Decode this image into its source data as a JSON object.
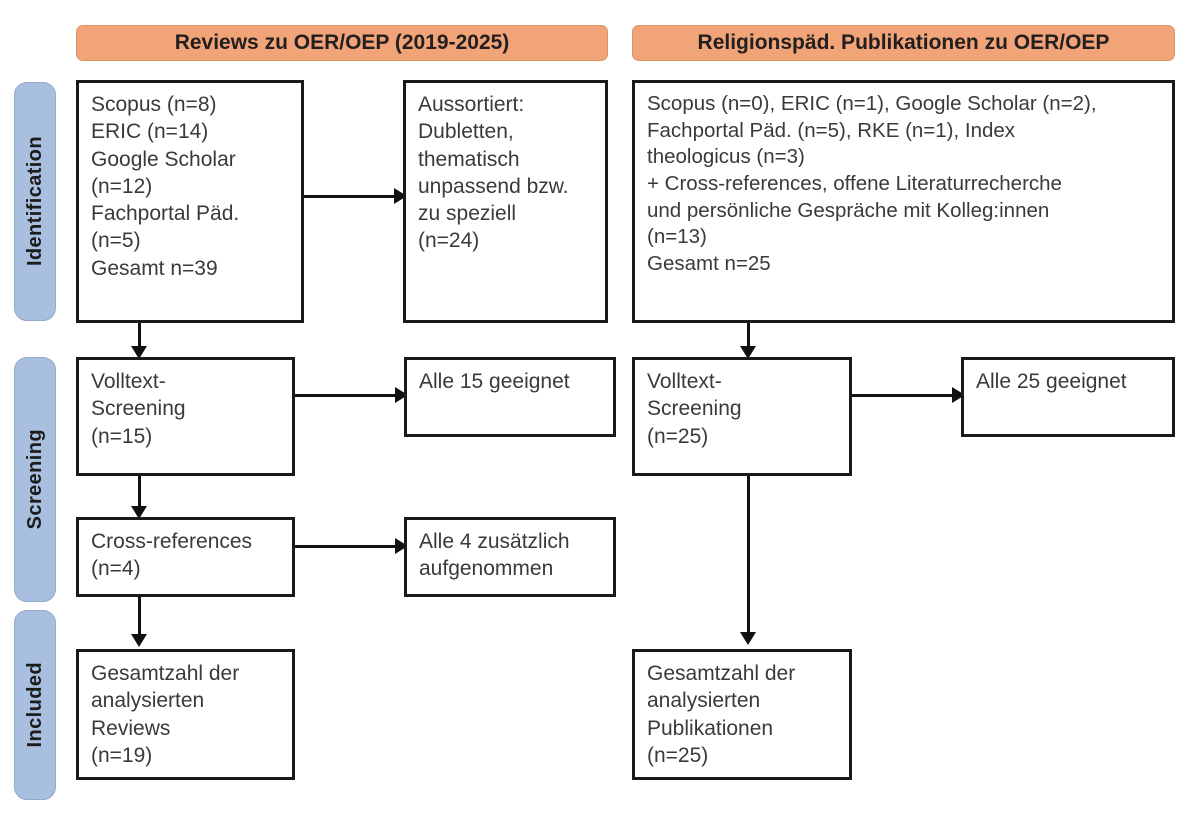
{
  "figure": {
    "kind": "prisma-flow-diagram",
    "colors": {
      "stage_pill_fill": "#a9bfdf",
      "column_header_fill": "#f0a477",
      "box_border": "#1a1a1a",
      "text": "#3a3a3a",
      "background": "#ffffff"
    }
  },
  "stages": [
    {
      "id": "identification",
      "label": "Identification"
    },
    {
      "id": "screening",
      "label": "Screening"
    },
    {
      "id": "included",
      "label": "Included"
    }
  ],
  "columns": [
    {
      "id": "left",
      "header": "Reviews zu OER/OEP (2019-2025)"
    },
    {
      "id": "right",
      "header": "Religionspäd. Publikationen zu OER/OEP"
    }
  ],
  "boxes": {
    "left_identification_sources": "Scopus (n=8)\nERIC (n=14)\nGoogle Scholar\n(n=12)\nFachportal Päd.\n(n=5)\nGesamt n=39",
    "left_excluded": "Aussortiert:\nDubletten,\nthematisch\nunpassend bzw.\nzu speziell\n(n=24)",
    "right_identification_sources": "Scopus (n=0), ERIC (n=1), Google Scholar (n=2),\nFachportal Päd. (n=5), RKE (n=1), Index\ntheologicus (n=3)\n+ Cross-references, offene Literaturrecherche\nund persönliche Gespräche mit Kolleg:innen\n(n=13)\nGesamt n=25",
    "left_fulltext_screening": "Volltext-\nScreening\n(n=15)",
    "left_screening_result": "Alle 15 geeignet",
    "right_fulltext_screening": "Volltext-\nScreening\n(n=25)",
    "right_screening_result": "Alle 25 geeignet",
    "left_cross_references": "Cross-references\n(n=4)",
    "left_cross_references_result": "Alle 4 zusätzlich\naufgenommen",
    "left_included_total": "Gesamtzahl der\nanalysierten\nReviews\n(n=19)",
    "right_included_total": "Gesamtzahl der\nanalysierten\nPublikationen\n(n=25)"
  },
  "counts": {
    "left_scopus": 8,
    "left_eric": 14,
    "left_google_scholar": 12,
    "left_fachportal": 5,
    "left_total_identified": 39,
    "left_excluded": 24,
    "left_fulltext_screened": 15,
    "left_fulltext_eligible": 15,
    "left_cross_references": 4,
    "left_cross_references_added": 4,
    "left_included": 19,
    "right_scopus": 0,
    "right_eric": 1,
    "right_google_scholar": 2,
    "right_fachportal": 5,
    "right_rke": 1,
    "right_index_theologicus": 3,
    "right_other_sources": 13,
    "right_total_identified": 25,
    "right_fulltext_screened": 25,
    "right_fulltext_eligible": 25,
    "right_included": 25
  }
}
